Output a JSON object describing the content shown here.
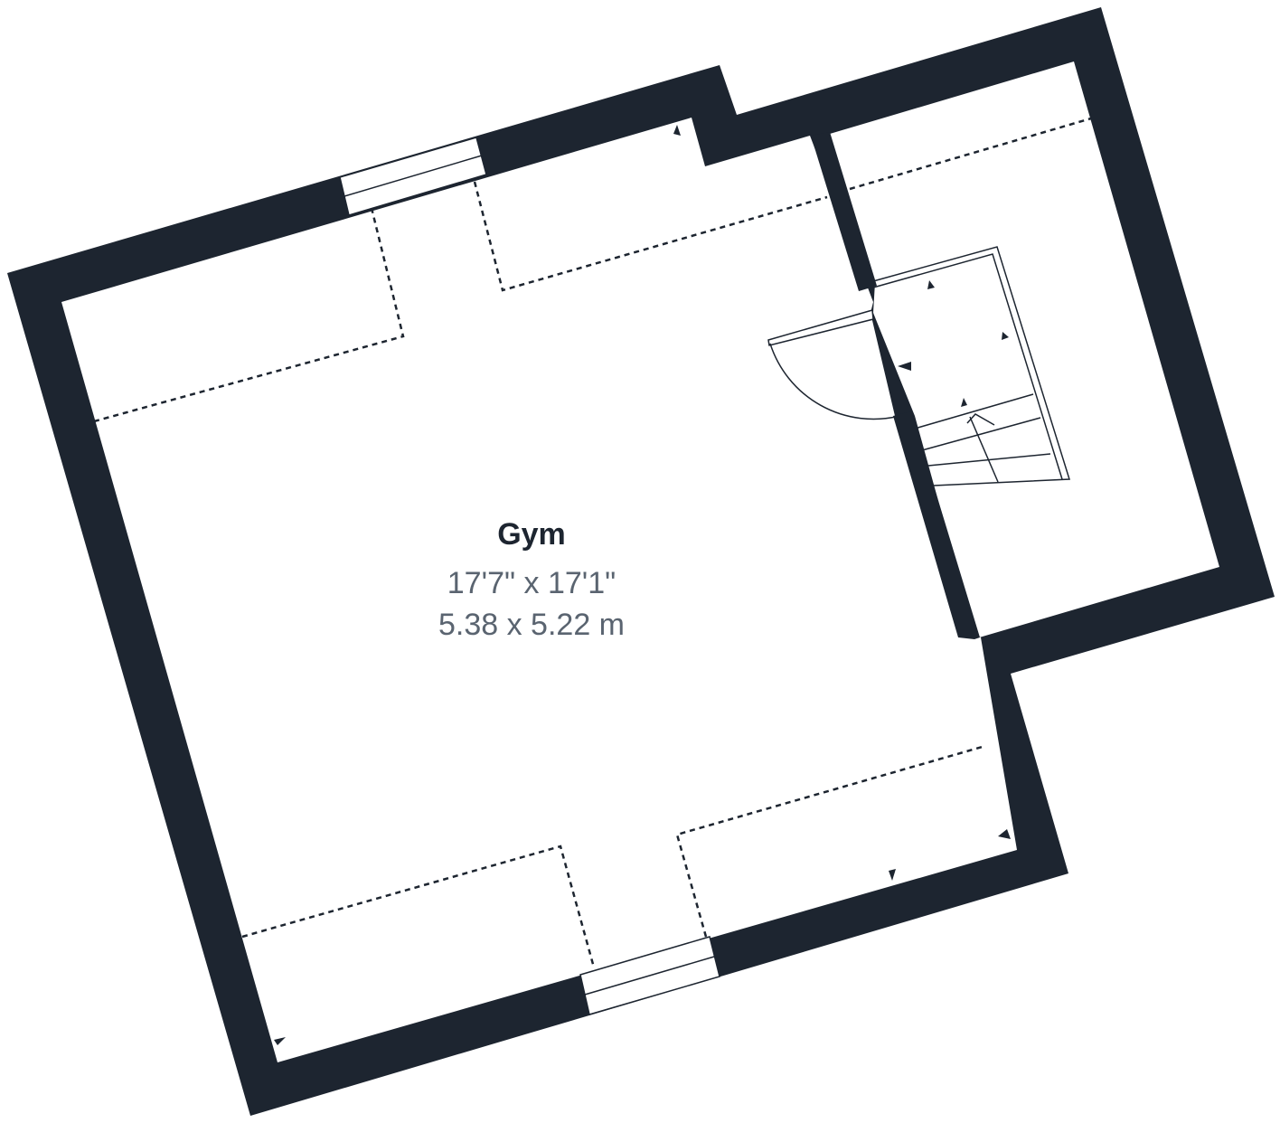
{
  "room": {
    "name": "Gym",
    "dimensions_imperial": "17'7\" x 17'1\"",
    "dimensions_metric": "5.38 x 5.22 m"
  },
  "colors": {
    "wall": "#1d2530",
    "floor": "#ffffff",
    "dimension_text": "#5a6470"
  }
}
